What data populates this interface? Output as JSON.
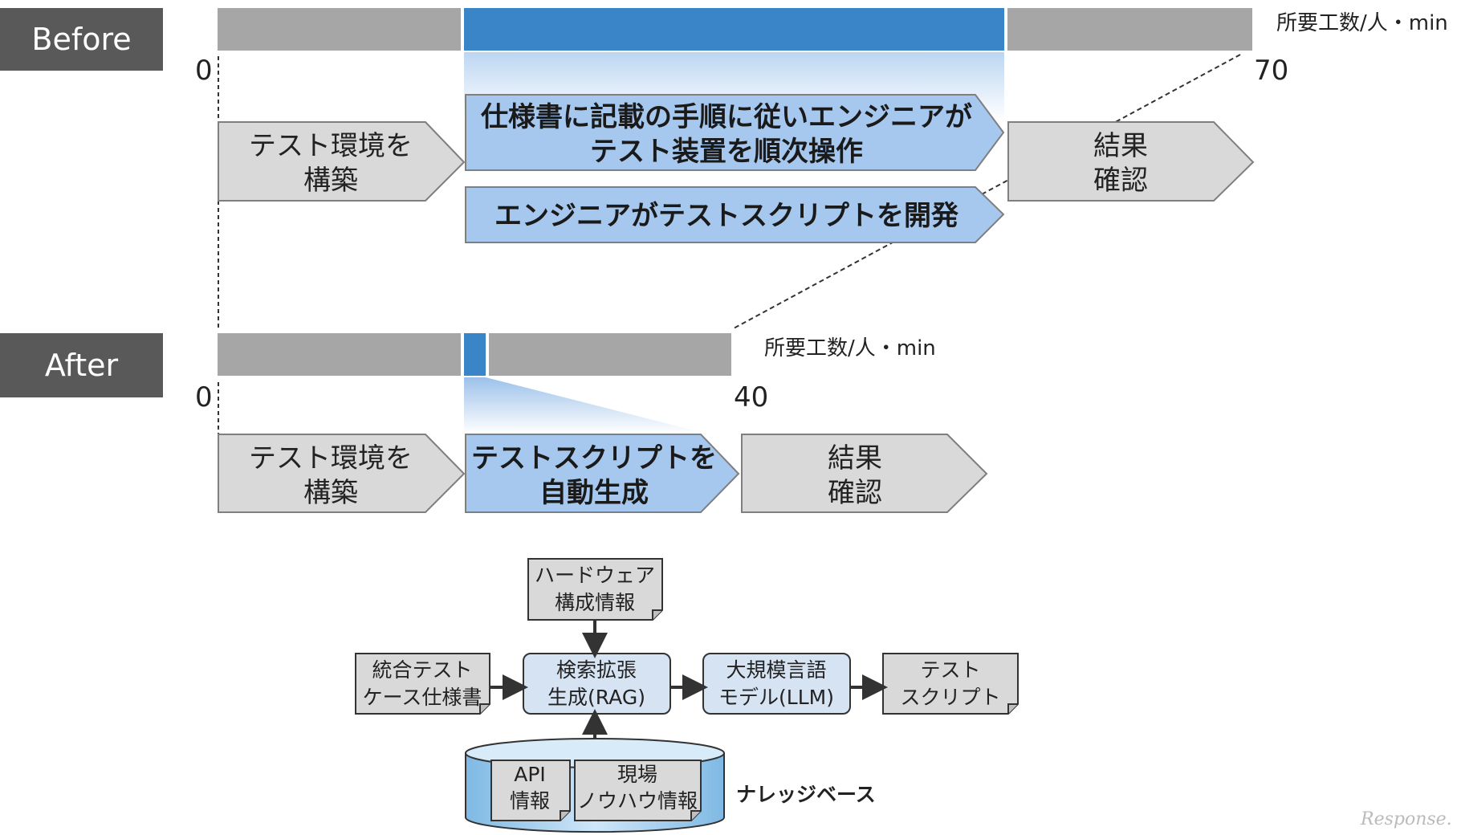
{
  "before": {
    "label": "Before",
    "unit": "所要工数/人・min",
    "start": "0",
    "end": "70",
    "step1": [
      "テスト環境を",
      "構築"
    ],
    "step2a": [
      "仕様書に記載の手順に従いエンジニアが",
      "テスト装置を順次操作"
    ],
    "step2b": "エンジニアがテストスクリプトを開発",
    "step3": [
      "結果",
      "確認"
    ]
  },
  "after": {
    "label": "After",
    "unit": "所要工数/人・min",
    "start": "0",
    "end": "40",
    "step1": [
      "テスト環境を",
      "構築"
    ],
    "step2": [
      "テストスクリプトを",
      "自動生成"
    ],
    "step3": [
      "結果",
      "確認"
    ]
  },
  "flow": {
    "hardware": [
      "ハードウェア",
      "構成情報"
    ],
    "spec": [
      "統合テスト",
      "ケース仕様書"
    ],
    "rag": [
      "検索拡張",
      "生成(RAG)"
    ],
    "llm": [
      "大規模言語",
      "モデル(LLM)"
    ],
    "script": [
      "テスト",
      "スクリプト"
    ],
    "api": [
      "API",
      "情報"
    ],
    "knowhow": [
      "現場",
      "ノウハウ情報"
    ],
    "knowledge_base": "ナレッジベース"
  },
  "colors": {
    "gray_bar": "#a6a6a6",
    "blue_bar": "#3a84c8",
    "gray_arrow": "#d9d9d9",
    "blue_arrow": "#a6c8ee",
    "label_bg": "#595959"
  }
}
